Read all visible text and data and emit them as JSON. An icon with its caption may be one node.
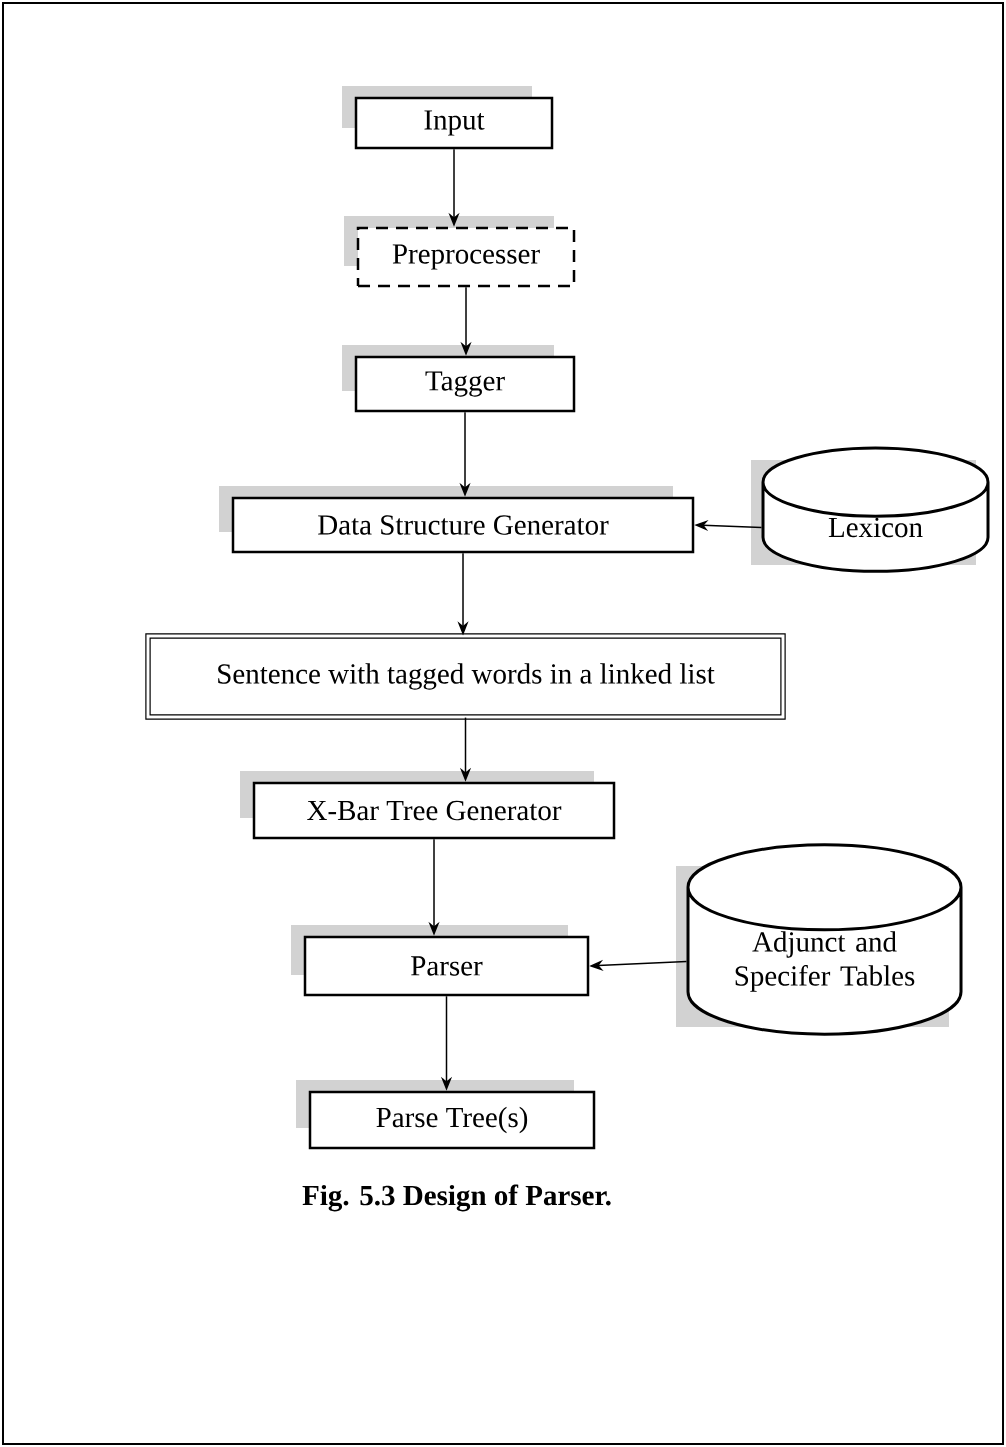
{
  "diagram": {
    "caption": "Fig. 5.3 Design of Parser.",
    "nodes": [
      {
        "text": [
          "Input"
        ]
      },
      {
        "text": [
          "Preprocesser"
        ]
      },
      {
        "text": [
          "Tagger"
        ]
      },
      {
        "text": [
          "Data Structure Generator"
        ]
      },
      {
        "text": [
          "Lexicon"
        ]
      },
      {
        "text": [
          "Sentence with tagged words in a linked list"
        ]
      },
      {
        "text": [
          "X-Bar Tree Generator"
        ]
      },
      {
        "text": [
          "Parser"
        ]
      },
      {
        "text": [
          "Adjunct and Specifer Tables"
        ]
      },
      {
        "text": [
          "Parse Tree(s)"
        ]
      }
    ],
    "edges": [
      {
        "from": 0,
        "to": 1,
        "arrow": "to"
      },
      {
        "from": 1,
        "to": 2,
        "arrow": "to"
      },
      {
        "from": 2,
        "to": 3,
        "arrow": "to"
      },
      {
        "from": 4,
        "to": 3,
        "arrow": "to"
      },
      {
        "from": 3,
        "to": 5,
        "arrow": "to"
      },
      {
        "from": 5,
        "to": 6,
        "arrow": "to"
      },
      {
        "from": 6,
        "to": 7,
        "arrow": "to"
      },
      {
        "from": 8,
        "to": 7,
        "arrow": "to"
      },
      {
        "from": 7,
        "to": 9,
        "arrow": "to"
      }
    ]
  }
}
